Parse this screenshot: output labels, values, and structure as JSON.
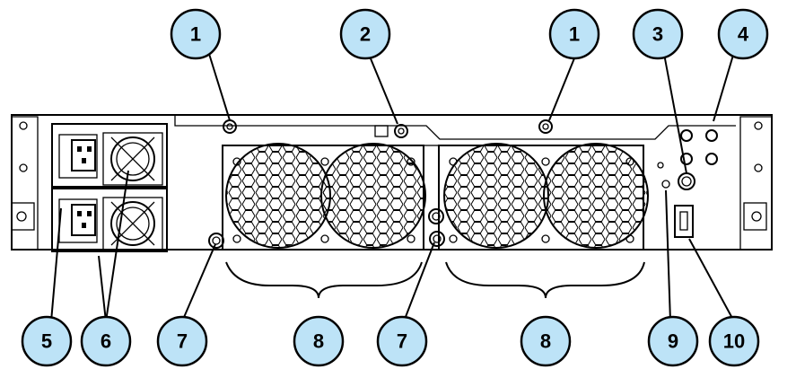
{
  "figure": {
    "callouts": [
      {
        "id": "c1a",
        "label": "1"
      },
      {
        "id": "c2",
        "label": "2"
      },
      {
        "id": "c1b",
        "label": "1"
      },
      {
        "id": "c3",
        "label": "3"
      },
      {
        "id": "c4",
        "label": "4"
      },
      {
        "id": "c5",
        "label": "5"
      },
      {
        "id": "c6",
        "label": "6"
      },
      {
        "id": "c7a",
        "label": "7"
      },
      {
        "id": "c8a",
        "label": "8"
      },
      {
        "id": "c7b",
        "label": "7"
      },
      {
        "id": "c8b",
        "label": "8"
      },
      {
        "id": "c9",
        "label": "9"
      },
      {
        "id": "c10",
        "label": "10"
      }
    ],
    "colors": {
      "callout_fill": "#bde3f7",
      "line": "#000000",
      "background": "#ffffff"
    }
  }
}
